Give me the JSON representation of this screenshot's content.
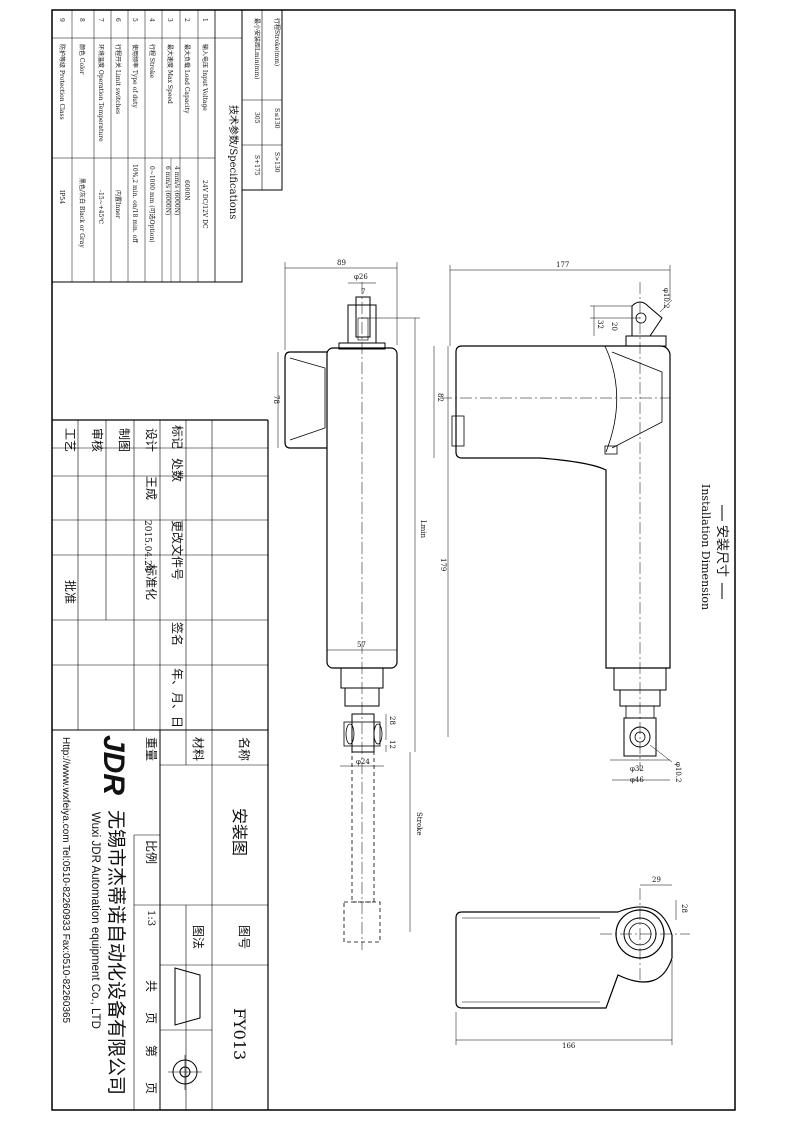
{
  "installation_label": "安装尺寸",
  "installation_label_en": "Installation Dimension",
  "stroke_table": {
    "headers": [
      "行程Stroke(mm)",
      "S≤130",
      "S>130"
    ],
    "row_label": "最小安装距Lmin(mm)",
    "values": [
      "305",
      "S+175"
    ]
  },
  "specs": {
    "title": "技术参数/Specifications",
    "rows": [
      {
        "no": "1",
        "label": "输入电压 Input Voltage",
        "value": "24V DC/12V DC"
      },
      {
        "no": "2",
        "label": "最大负载 Load Capacity",
        "value": "6000N"
      },
      {
        "no": "3",
        "label": "最大速度 Max Speed",
        "values": [
          "4 mm/s (6000N)",
          "6 mm/s (6000N)"
        ]
      },
      {
        "no": "4",
        "label": "行程 Stroke",
        "value": "0~1000 mm (可选Option)"
      },
      {
        "no": "5",
        "label": "使用频率 Type of duty",
        "value": "10%,2 min. on/18 min. off"
      },
      {
        "no": "6",
        "label": "行程开关 Limit switches",
        "value": "内置Inner"
      },
      {
        "no": "7",
        "label": "环境温度 Operation Temperature",
        "value": "-15~+45℃"
      },
      {
        "no": "8",
        "label": "颜色 Color",
        "value": "黑色/灰白 Black or Gray"
      },
      {
        "no": "9",
        "label": "防护等级 Protection Class",
        "value": "IP54"
      }
    ]
  },
  "dimensions": {
    "d89": "89",
    "d26": "φ26",
    "d7": "7",
    "d78": "78",
    "lmin": "Lmin",
    "d57": "57",
    "d28a": "28",
    "d12": "12",
    "d24": "φ24",
    "stroke": "Stroke",
    "d177": "177",
    "d102": "φ10.2",
    "d32a": "32",
    "d20": "20",
    "d82": "82",
    "d179": "179",
    "d102b": "φ10.2",
    "d32b": "φ32",
    "d46": "φ46",
    "d29": "29",
    "d28b": "28",
    "d166": "166"
  },
  "title_block": {
    "mark": "标记",
    "count": "处数",
    "change_doc": "更改文件号",
    "sign": "签名",
    "date_col": "年、月、日",
    "design": "设计",
    "designer": "王成",
    "design_date": "2015.04.24",
    "standardize": "标准化",
    "draw": "制图",
    "check": "审核",
    "process": "工艺",
    "approve": "批准",
    "name_label": "名称",
    "name": "安装图",
    "number_label": "图号",
    "number": "FY013",
    "material_label": "材料",
    "weight_label": "重量",
    "scale_label": "比例",
    "scale": "1:3",
    "method_label": "图法",
    "total_pages": "共",
    "page_unit": "页",
    "page_of": "第",
    "logo": "JDR",
    "company_cn": "无锡市杰蒂诺自动化设备有限公司",
    "company_en": "Wuxi JDR Automation equipment Co., LTD",
    "contact": "Http://www.wxfeiya.com   Tel:0510-82260933   Fax:0510-82260365"
  }
}
